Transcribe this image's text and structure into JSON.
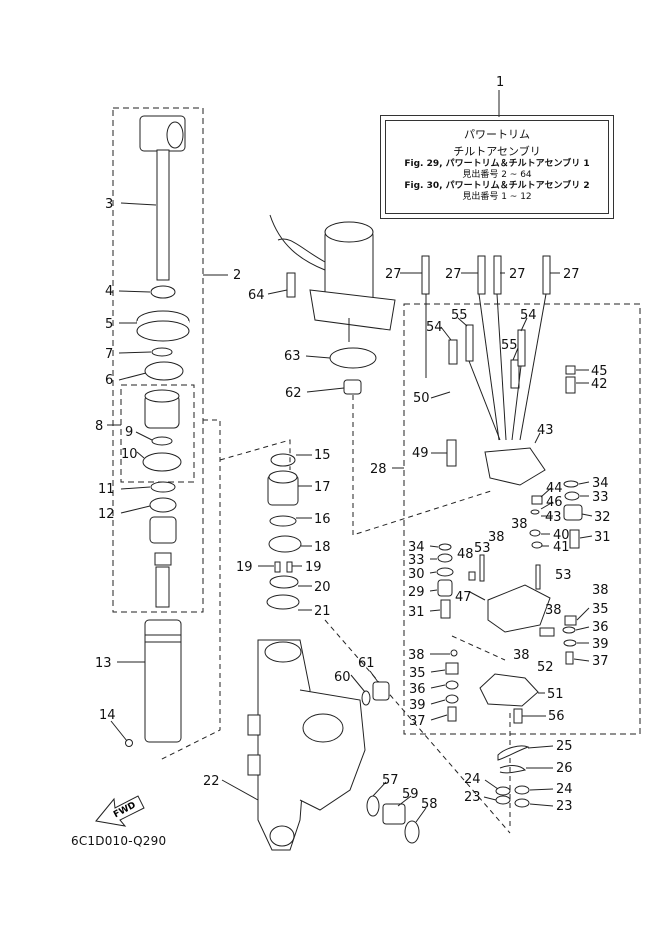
{
  "legend": {
    "ref_number": "1",
    "title_line1": "パワートリム",
    "title_line2": "チルトアセンブリ",
    "fig29_line": "Fig. 29, パワートリム＆チルトアセンブリ 1",
    "fig29_range": "見出番号 2 ~ 64",
    "fig30_line": "Fig. 30, パワートリム＆チルトアセンブリ 2",
    "fig30_range": "見出番号 1 ~ 12"
  },
  "direction_arrow": "FWD",
  "drawing_code": "6C1D010-Q290",
  "callouts": {
    "c1": "1",
    "c2": "2",
    "c3": "3",
    "c4": "4",
    "c5": "5",
    "c6": "6",
    "c7": "7",
    "c8": "8",
    "c9": "9",
    "c10": "10",
    "c11": "11",
    "c12": "12",
    "c13": "13",
    "c14": "14",
    "c15": "15",
    "c16": "16",
    "c17": "17",
    "c18": "18",
    "c19": "19",
    "c20": "20",
    "c21": "21",
    "c22": "22",
    "c23": "23",
    "c24": "24",
    "c25": "25",
    "c26": "26",
    "c27": "27",
    "c28": "28",
    "c29": "29",
    "c30": "30",
    "c31": "31",
    "c32": "32",
    "c33": "33",
    "c34": "34",
    "c35": "35",
    "c36": "36",
    "c37": "37",
    "c38": "38",
    "c39": "39",
    "c40": "40",
    "c41": "41",
    "c42": "42",
    "c43": "43",
    "c44": "44",
    "c45": "45",
    "c46": "46",
    "c47": "47",
    "c48": "48",
    "c49": "49",
    "c50": "50",
    "c51": "51",
    "c52": "52",
    "c53": "53",
    "c54": "54",
    "c55": "55",
    "c56": "56",
    "c57": "57",
    "c58": "58",
    "c59": "59",
    "c60": "60",
    "c61": "61",
    "c62": "62",
    "c63": "63",
    "c64": "64"
  }
}
